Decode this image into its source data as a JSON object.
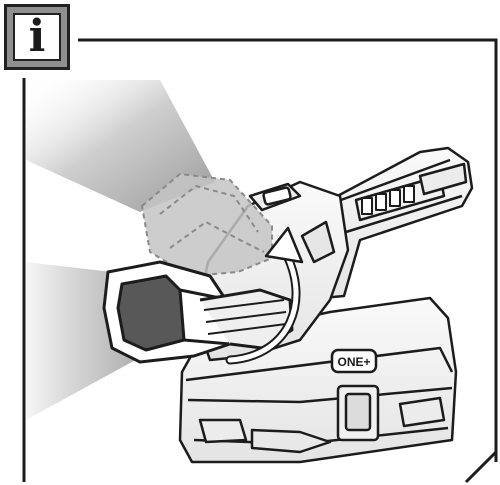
{
  "info_badge": {
    "glyph": "i",
    "icon": "info-icon"
  },
  "product": {
    "battery_brand": "ONE+",
    "state": "light head rotating upward",
    "icons": [
      "flashlight",
      "battery-pack",
      "rotate-arrow-icon",
      "light-beam"
    ]
  },
  "colors": {
    "outline": "#1c1c1c",
    "beam": "#d0d0d0",
    "ghost_head": "#bdbdbd",
    "lens": "#585858",
    "badge_frame": "#8f8f8f"
  }
}
